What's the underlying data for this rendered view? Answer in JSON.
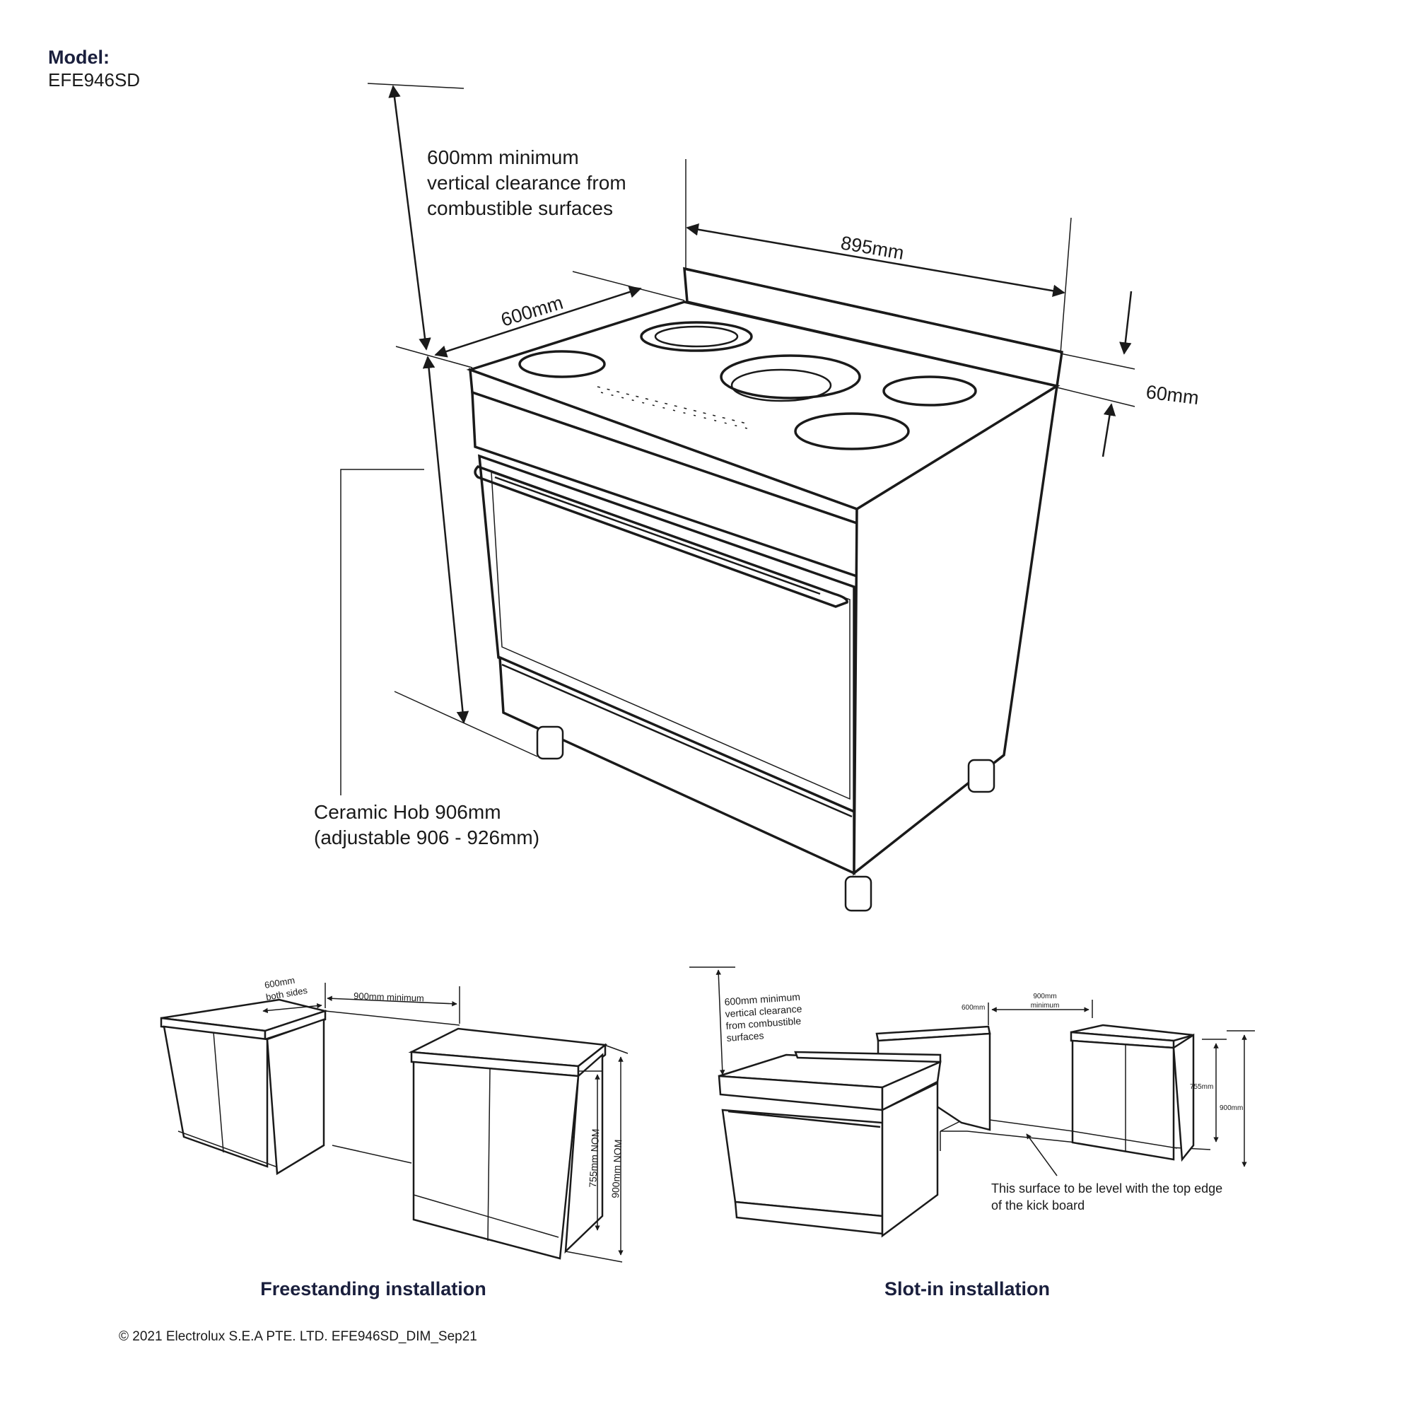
{
  "header": {
    "model_label": "Model:",
    "model_code": "EFE946SD"
  },
  "main_diagram": {
    "clearance_line1": "600mm minimum",
    "clearance_line2": "vertical clearance from",
    "clearance_line3": "combustible surfaces",
    "width_label": "895mm",
    "depth_label": "600mm",
    "splashback_label": "60mm",
    "hob_height_line1": "Ceramic Hob 906mm",
    "hob_height_line2": "(adjustable 906 - 926mm)"
  },
  "freestanding": {
    "side_gap_line1": "600mm",
    "side_gap_line2": "both sides",
    "min_width_label": "900mm minimum",
    "bench_height_label": "755mm NOM",
    "total_height_label": "900mm NOM",
    "caption": "Freestanding installation"
  },
  "slot_in": {
    "clearance_line1": "600mm minimum",
    "clearance_line2": "vertical clearance",
    "clearance_line3": "from combustible",
    "clearance_line4": "surfaces",
    "side_gap_label": "600mm",
    "min_width_line1": "900mm",
    "min_width_line2": "minimum",
    "bench_height_label": "755mm",
    "total_height_label": "900mm",
    "note_line1": "This surface to be level with the top edge",
    "note_line2": "of the kick board",
    "caption": "Slot-in installation"
  },
  "footer": {
    "copyright": "© 2021 Electrolux S.E.A PTE. LTD.  EFE946SD_DIM_Sep21"
  }
}
